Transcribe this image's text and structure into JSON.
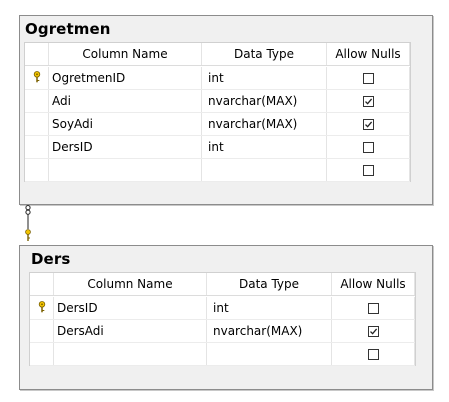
{
  "tables": [
    {
      "name": "Ogretmen",
      "headers": [
        "Column Name",
        "Data Type",
        "Allow Nulls"
      ],
      "rows": [
        {
          "key": true,
          "name": "OgretmenID",
          "type": "int",
          "nulls": false
        },
        {
          "key": false,
          "name": "Adi",
          "type": "nvarchar(MAX)",
          "nulls": true
        },
        {
          "key": false,
          "name": "SoyAdi",
          "type": "nvarchar(MAX)",
          "nulls": true
        },
        {
          "key": false,
          "name": "DersID",
          "type": "int",
          "nulls": false
        },
        {
          "key": false,
          "name": "",
          "type": "",
          "nulls": false
        }
      ]
    },
    {
      "name": "Ders",
      "headers": [
        "Column Name",
        "Data Type",
        "Allow Nulls"
      ],
      "rows": [
        {
          "key": true,
          "name": "DersID",
          "type": "int",
          "nulls": false
        },
        {
          "key": false,
          "name": "DersAdi",
          "type": "nvarchar(MAX)",
          "nulls": true
        },
        {
          "key": false,
          "name": "",
          "type": "",
          "nulls": false
        }
      ]
    }
  ],
  "relationship": {
    "from_end": "infinity-icon",
    "to_end": "key-icon"
  }
}
